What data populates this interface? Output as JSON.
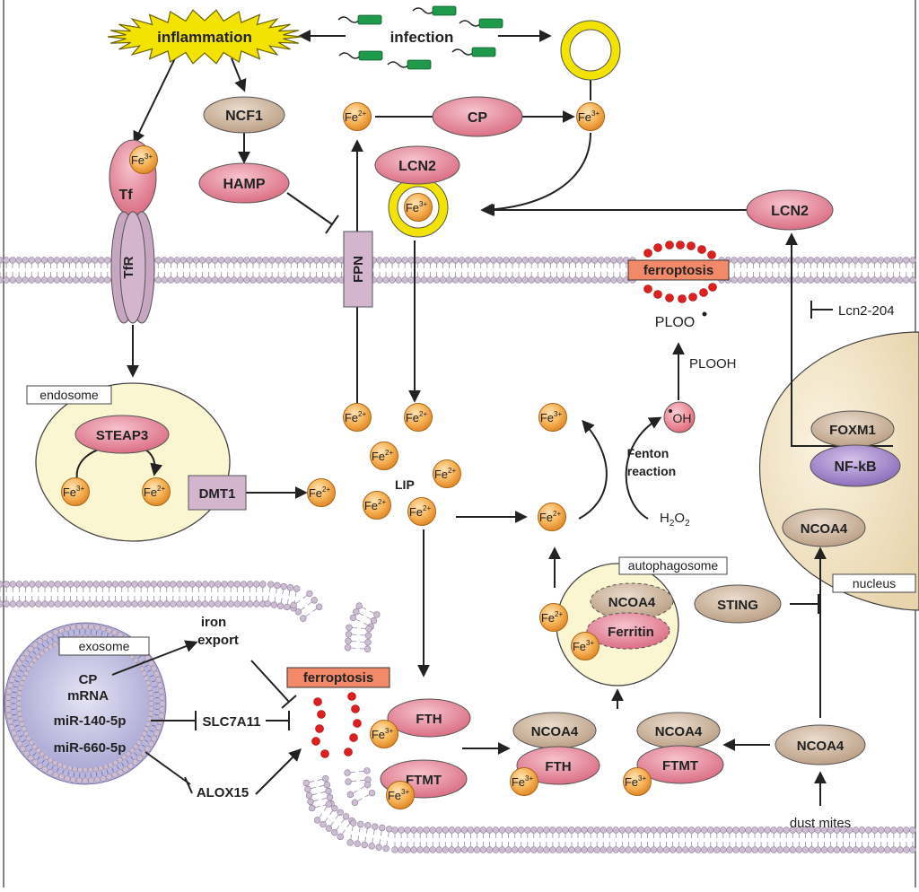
{
  "colors": {
    "fe": "#f2a33a",
    "protein_pink": "#e27f92",
    "protein_tan": "#c9b29a",
    "receptor": "#c7a6c2",
    "endosome": "#fbf6d2",
    "nucleus": "#f3e7c9",
    "exosome": "#b8b6dc",
    "nfkb": "#9c7fc6",
    "yellow": "#f3e300",
    "ferroptosis": "#f28a6a",
    "membrane": "#c9b8cc"
  },
  "labels": {
    "inflammation": "inflammation",
    "infection": "infection",
    "ncf1": "NCF1",
    "hamp": "HAMP",
    "cp": "CP",
    "lcn2_top": "LCN2",
    "lcn2_right": "LCN2",
    "tf": "Tf",
    "tfr": "TfR",
    "fpn": "FPN",
    "ferroptosis_top": "ferroptosis",
    "ferroptosis_left": "ferroptosis",
    "ploo": "PLOO",
    "plooh": "PLOOH",
    "lcn2_204": "Lcn2-204",
    "endosome": "endosome",
    "steap3": "STEAP3",
    "dmt1": "DMT1",
    "lip": "LIP",
    "oh": "OH",
    "fenton_1": "Fenton",
    "fenton_2": "reaction",
    "h2o2": "H",
    "h2o2_sub1": "2",
    "h2o2_o": "O",
    "h2o2_sub2": "2",
    "foxm1": "FOXM1",
    "nfkb": "NF-kB",
    "ncoa4_nuc": "NCOA4",
    "nucleus": "nucleus",
    "autophagosome": "autophagosome",
    "ncoa4_auto": "NCOA4",
    "ferritin": "Ferritin",
    "sting": "STING",
    "exosome": "exosome",
    "cp_mrna_1": "CP",
    "cp_mrna_2": "mRNA",
    "mir140": "miR-140-5p",
    "mir660": "miR-660-5p",
    "iron_export_1": "iron",
    "iron_export_2": "export",
    "slc7a11": "SLC7A11",
    "alox15": "ALOX15",
    "fth": "FTH",
    "ftmt": "FTMT",
    "ncoa4_fth": "NCOA4",
    "fth_complex": "FTH",
    "ncoa4_ftmt": "NCOA4",
    "ftmt_complex": "FTMT",
    "ncoa4_free": "NCOA4",
    "dust_mites": "dust mites"
  },
  "iron": {
    "fe2": "Fe",
    "fe3": "Fe",
    "charge2": "2+",
    "charge3": "3+"
  }
}
